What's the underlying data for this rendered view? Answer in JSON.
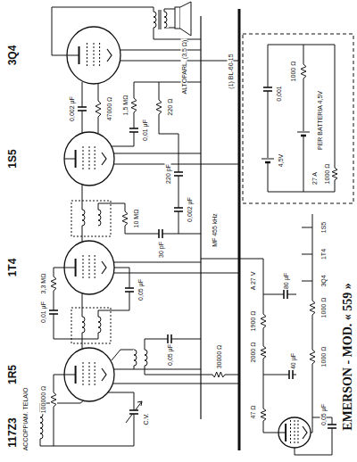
{
  "diagram": {
    "title": "EMERSON - MOD. « 559 »",
    "labels": [
      "ALTOPARL. (3,5 Ω)",
      "3Q4",
      "0,002 μF",
      "47000 Ω",
      "1,5 MΩ",
      "220 Ω",
      "0,01 μF",
      "1S5",
      "220 pF",
      "0,002 μF",
      "10 MΩ",
      "1T4",
      "3,3 MΩ",
      "0,01 μF",
      "0,05 μF",
      "30 pF",
      "MF 455 kHz",
      "1R5",
      "100000 Ω",
      "0,05 μF",
      "30000 Ω",
      "ACCOPPIAM. TELAIO",
      "C.V.",
      "117Z3",
      "(1) BL-60-15",
      "PER BATTERIA 4,5V",
      "4,5V",
      "1000 Ω",
      "0,001",
      "27 A",
      "1000 Ω",
      "1S5",
      "1T4",
      "3Q4",
      "1000 Ω",
      "1000 Ω",
      "0,05 μF",
      "A 27 V",
      "1900 Ω",
      "2000 Ω",
      "47 Ω",
      "40 μF",
      "80 μF"
    ]
  }
}
